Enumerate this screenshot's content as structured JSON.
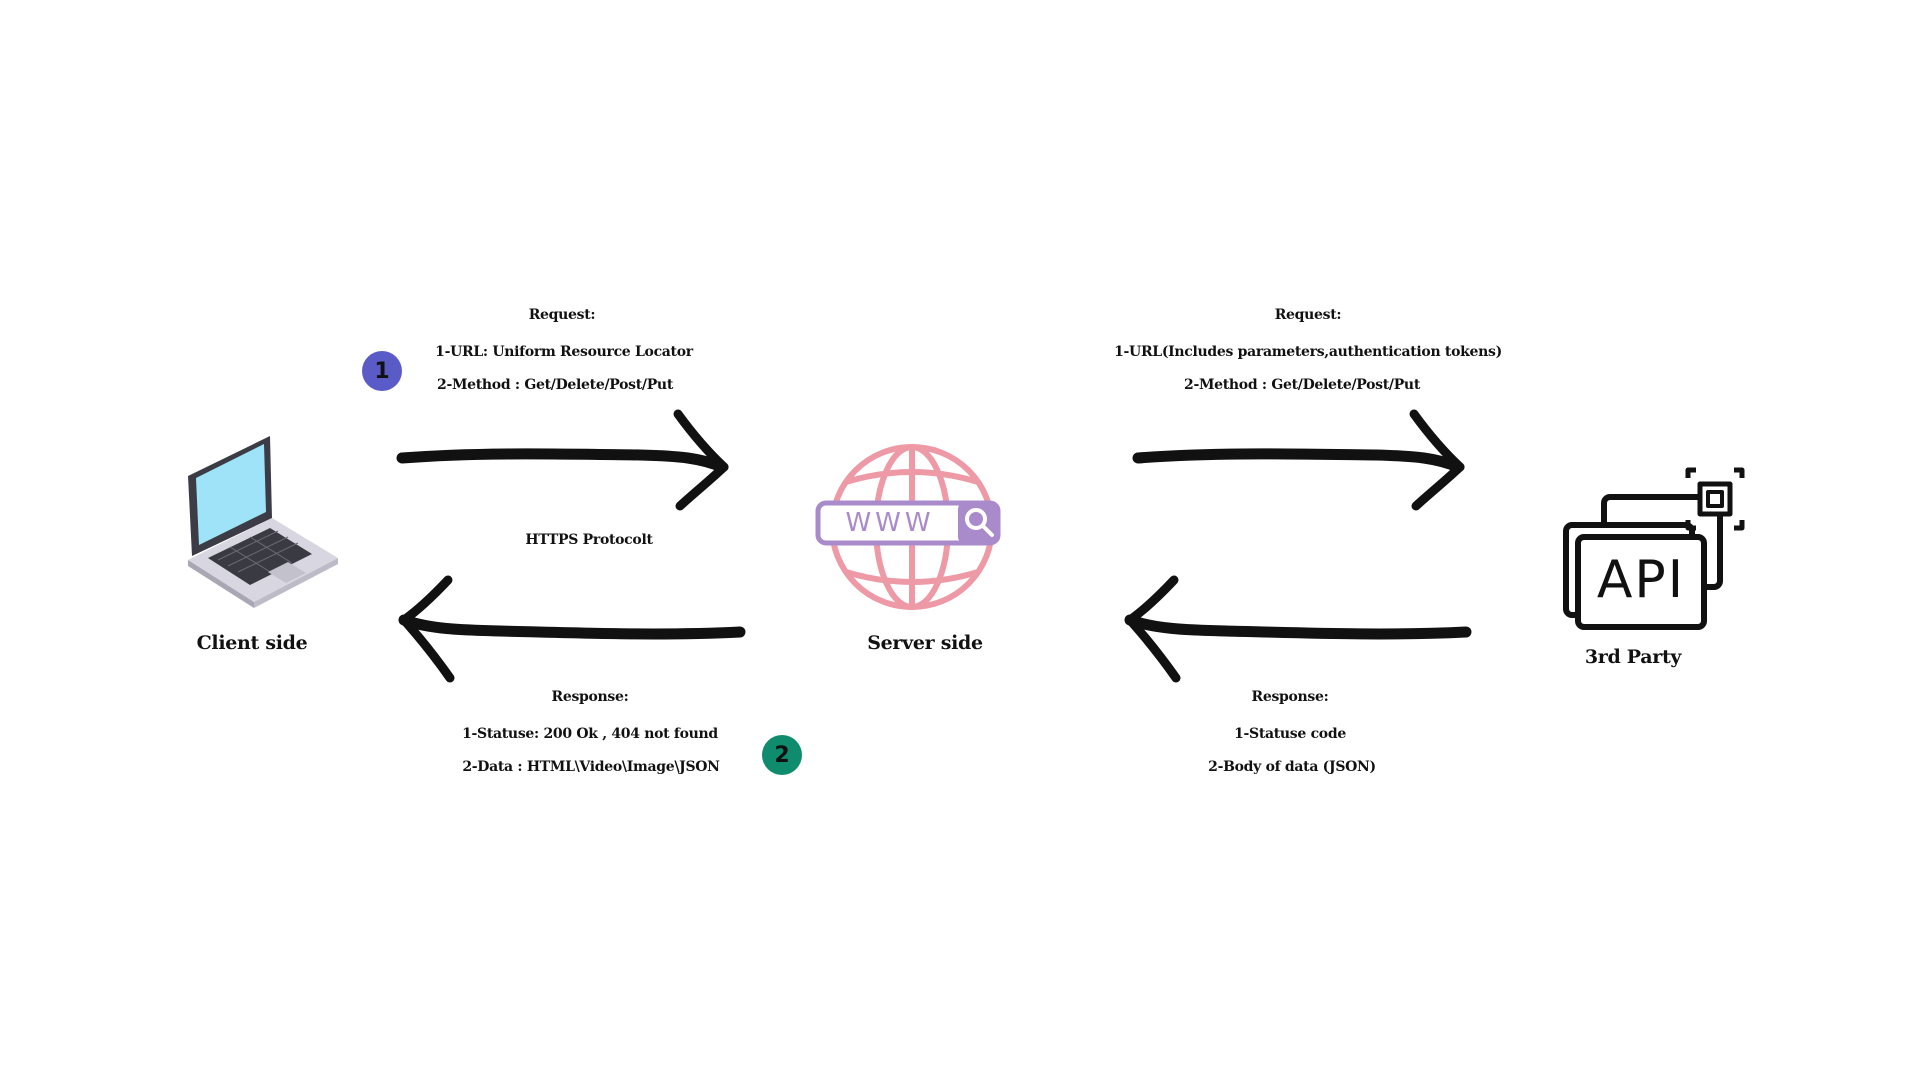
{
  "colors": {
    "badge1": "#5b5bc8",
    "badge2": "#0f8c6e",
    "globe": "#ee9aa6",
    "www_bar": "#a98bcc",
    "laptop_screen": "#9ee3f7",
    "ink": "#111111"
  },
  "icons": {
    "client": "laptop-icon",
    "server": "www-globe-icon",
    "third_party": "api-icon"
  },
  "nodes": {
    "client_label": "Client side",
    "server_label": "Server side",
    "third_party_label": "3rd Party",
    "www_text": "WWW",
    "api_text": "API"
  },
  "badges": {
    "step1": "1",
    "step2": "2"
  },
  "client_server": {
    "request_title": "Request:",
    "request_line1": "1-URL: Uniform Resource Locator",
    "request_line2": "2-Method : Get/Delete/Post/Put",
    "protocol": "HTTPS Protocolt",
    "response_title": "Response:",
    "response_line1": "1-Statuse: 200 Ok , 404 not found",
    "response_line2": "2-Data : HTML\\Video\\Image\\JSON"
  },
  "server_api": {
    "request_title": "Request:",
    "request_line1": "1-URL(Includes parameters,authentication tokens)",
    "request_line2": "2-Method : Get/Delete/Post/Put",
    "response_title": "Response:",
    "response_line1": "1-Statuse code",
    "response_line2": "2-Body of data (JSON)"
  }
}
